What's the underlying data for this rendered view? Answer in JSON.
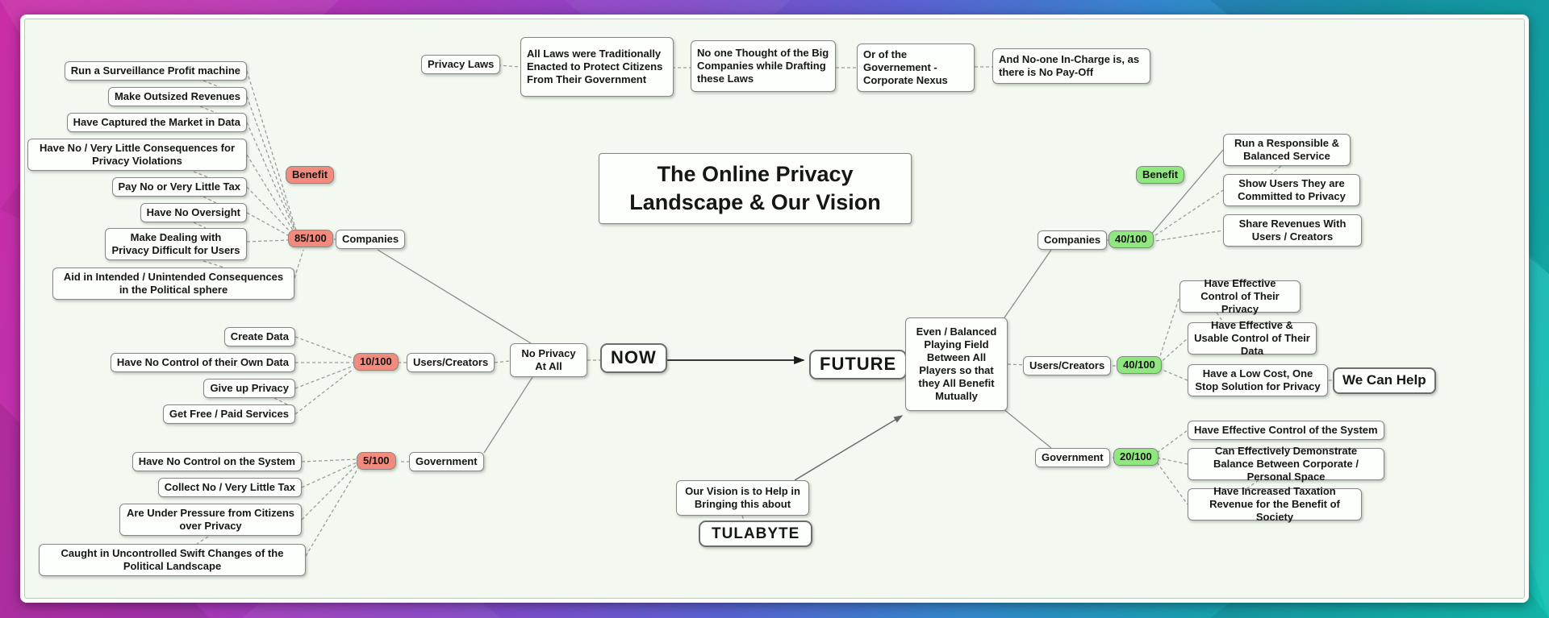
{
  "title": {
    "line1": "The Online Privacy",
    "line2": "Landscape & Our Vision"
  },
  "accent_colors": {
    "negative_badge": "#f28a7d",
    "positive_badge": "#8fe87d"
  },
  "chain": {
    "root": "Privacy Laws",
    "items": [
      "All Laws were Traditionally Enacted to Protect Citizens From Their Government",
      "No one Thought of the Big Companies while Drafting these Laws",
      "Or of the Governement - Corporate Nexus",
      "And No-one In-Charge is, as there is No Pay-Off"
    ]
  },
  "left": {
    "now": "NOW",
    "state": "No Privacy At All",
    "benefit": "Benefit",
    "groups": [
      {
        "name": "Companies",
        "score": "85/100",
        "items": [
          "Run a Surveillance Profit machine",
          "Make Outsized Revenues",
          "Have Captured the Market in Data",
          "Have No / Very Little Consequences for Privacy Violations",
          "Pay No or Very Little Tax",
          "Have No Oversight",
          "Make Dealing with Privacy Difficult for Users",
          "Aid in Intended / Unintended Consequences in the Political sphere"
        ]
      },
      {
        "name": "Users/Creators",
        "score": "10/100",
        "items": [
          "Create Data",
          "Have No Control of their Own Data",
          "Give up Privacy",
          "Get Free / Paid Services"
        ]
      },
      {
        "name": "Government",
        "score": "5/100",
        "items": [
          "Have No Control on the System",
          "Collect No / Very Little Tax",
          "Are Under Pressure from Citizens over Privacy",
          "Caught in Uncontrolled Swift Changes of the Political Landscape"
        ]
      }
    ]
  },
  "right": {
    "future": "FUTURE",
    "state": "Even / Balanced Playing Field Between All Players so that they All Benefit Mutually",
    "benefit": "Benefit",
    "groups": [
      {
        "name": "Companies",
        "score": "40/100",
        "items": [
          "Run a Responsible & Balanced Service",
          "Show Users They are Committed to Privacy",
          "Share Revenues With Users / Creators"
        ]
      },
      {
        "name": "Users/Creators",
        "score": "40/100",
        "callout": "We Can Help",
        "items": [
          "Have Effective Control of Their Privacy",
          "Have Effective & Usable Control of Their Data",
          "Have a Low Cost, One Stop Solution for Privacy"
        ]
      },
      {
        "name": "Government",
        "score": "20/100",
        "items": [
          "Have Effective Control of the System",
          "Can Effectively Demonstrate Balance Between Corporate / Personal Space",
          "Have Increased Taxation Revenue for the Benefit of Society"
        ]
      }
    ]
  },
  "vision": {
    "note": "Our Vision is to Help in Bringing this about",
    "brand": "TULABYTE"
  }
}
